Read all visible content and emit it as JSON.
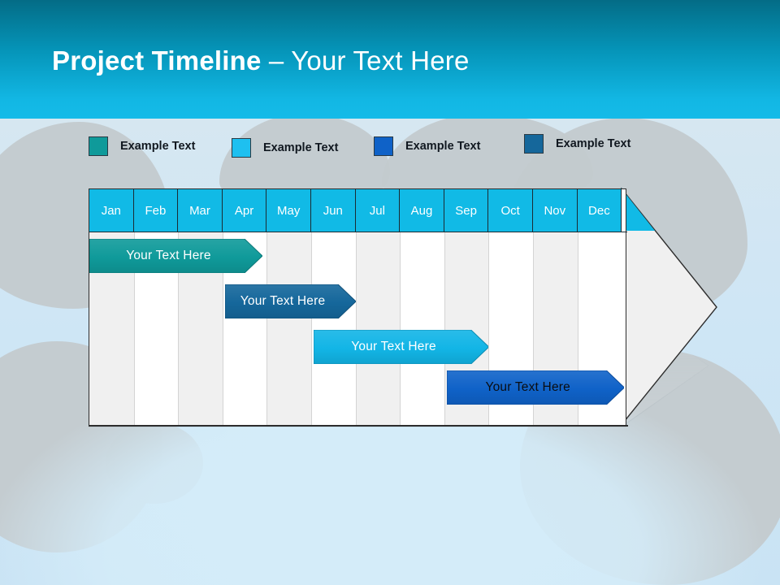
{
  "slide": {
    "title_bold": "Project Timeline",
    "title_light": " – Your Text Here",
    "title_full": "Project Timeline – Your Text Here"
  },
  "colors": {
    "header_band_top": "#046c86",
    "header_band_bottom": "#15bbe8",
    "month_header": "#11bae6",
    "teal": "#0f9a9a",
    "cyan": "#12b5e6",
    "bright_blue": "#0f62c8",
    "steel_blue": "#15679b",
    "column_stripe": "#f0f0f0",
    "column_alt": "#ffffff",
    "outline": "#2d2d2d",
    "background_blue": "#cfe6f5",
    "background_gray": "#c6ced2"
  },
  "legend": {
    "items": [
      {
        "label": "Example Text",
        "color": "#0f9a9a",
        "name": "legend-teal"
      },
      {
        "label": "Example Text",
        "color": "#1ec0f0",
        "name": "legend-cyan"
      },
      {
        "label": "Example Text",
        "color": "#0f62c8",
        "name": "legend-bright-blue"
      },
      {
        "label": "Example Text",
        "color": "#15679b",
        "name": "legend-steel-blue"
      }
    ]
  },
  "chart_data": {
    "type": "bar",
    "title": "Project Timeline – Your Text Here",
    "xlabel": "",
    "ylabel": "",
    "categories": [
      "Jan",
      "Feb",
      "Mar",
      "Apr",
      "May",
      "Jun",
      "Jul",
      "Aug",
      "Sep",
      "Oct",
      "Nov",
      "Dec"
    ],
    "legend_position": "top",
    "grid": true,
    "series": [
      {
        "name": "Example Text",
        "label": "Your  Text Here",
        "color": "#0f9a9a",
        "start_month": "Jan",
        "end_month": "Apr",
        "start_index": 0,
        "span": 3.9,
        "row": 1,
        "text_color": "#ffffff"
      },
      {
        "name": "Example Text",
        "label": "Your  Text Here",
        "color": "#15679b",
        "start_month": "Apr",
        "end_month": "Jul",
        "start_index": 3.05,
        "span": 2.95,
        "row": 2,
        "text_color": "#ffffff"
      },
      {
        "name": "Example Text",
        "label": "Your  Text Here",
        "color": "#12b5e6",
        "start_month": "Jun",
        "end_month": "Sep",
        "start_index": 5.05,
        "span": 3.95,
        "row": 3,
        "text_color": "#ffffff"
      },
      {
        "name": "Example Text",
        "label": "Your  Text Here",
        "color": "#0f62c8",
        "start_month": "Sep",
        "end_month": "Dec",
        "start_index": 8.05,
        "span": 4.0,
        "row": 4,
        "text_color": "#0a0d12"
      }
    ]
  }
}
